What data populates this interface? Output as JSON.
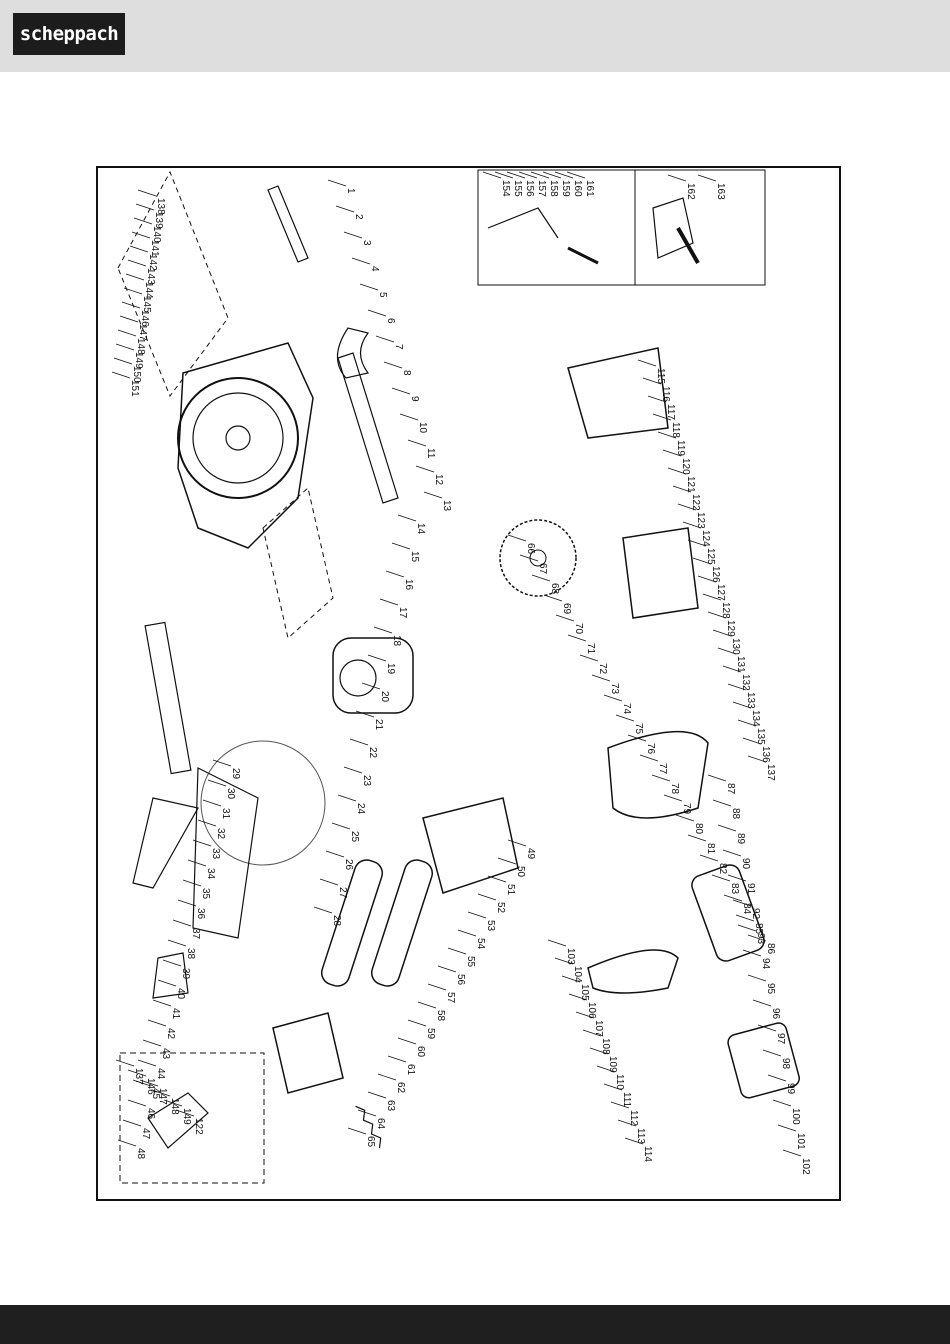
{
  "header": {
    "brand_logo": "scheppach",
    "background_color": "#dedede",
    "logo_background": "#1c1c1c"
  },
  "diagram": {
    "type": "exploded-parts-drawing",
    "part_numbers_main": [
      "1",
      "2",
      "3",
      "4",
      "5",
      "6",
      "7",
      "8",
      "9",
      "10",
      "11",
      "12",
      "13",
      "14",
      "15",
      "16",
      "17",
      "18",
      "19",
      "20",
      "21",
      "22",
      "23",
      "24",
      "25",
      "26",
      "27",
      "28",
      "29",
      "30",
      "31",
      "32",
      "33",
      "34",
      "35",
      "36",
      "37",
      "38",
      "39",
      "40",
      "41",
      "42",
      "43",
      "44",
      "45",
      "46",
      "47",
      "48",
      "49",
      "50",
      "51",
      "52",
      "53",
      "54",
      "55",
      "56",
      "57",
      "58",
      "59",
      "60",
      "61",
      "62",
      "63",
      "64",
      "65",
      "66",
      "67",
      "68",
      "69",
      "70",
      "71",
      "72",
      "73",
      "74",
      "75",
      "76",
      "77",
      "78",
      "79",
      "80",
      "81",
      "82",
      "83",
      "84",
      "85",
      "86",
      "87",
      "88",
      "89",
      "90",
      "91",
      "92",
      "93",
      "94",
      "95",
      "96",
      "97",
      "98",
      "99",
      "100",
      "101",
      "102",
      "103",
      "104",
      "105",
      "106",
      "107",
      "108",
      "109",
      "110",
      "111",
      "112",
      "113",
      "114",
      "115",
      "116",
      "117",
      "118",
      "119",
      "120",
      "121",
      "122",
      "123",
      "124",
      "125",
      "126",
      "127",
      "128",
      "129",
      "130",
      "131",
      "132",
      "133",
      "134",
      "135",
      "136",
      "137",
      "138",
      "139",
      "140",
      "141",
      "142",
      "143",
      "144",
      "145",
      "146",
      "147",
      "148",
      "149",
      "150",
      "151"
    ],
    "part_numbers_inset_top": [
      "154",
      "155",
      "156",
      "157",
      "158",
      "159",
      "160",
      "161"
    ],
    "part_numbers_inset_right": [
      "162",
      "163"
    ],
    "part_numbers_inset_bottom_left": [
      "137",
      "146",
      "147",
      "148",
      "149",
      "122"
    ]
  },
  "footer": {
    "background_color": "#1f1f1f"
  }
}
